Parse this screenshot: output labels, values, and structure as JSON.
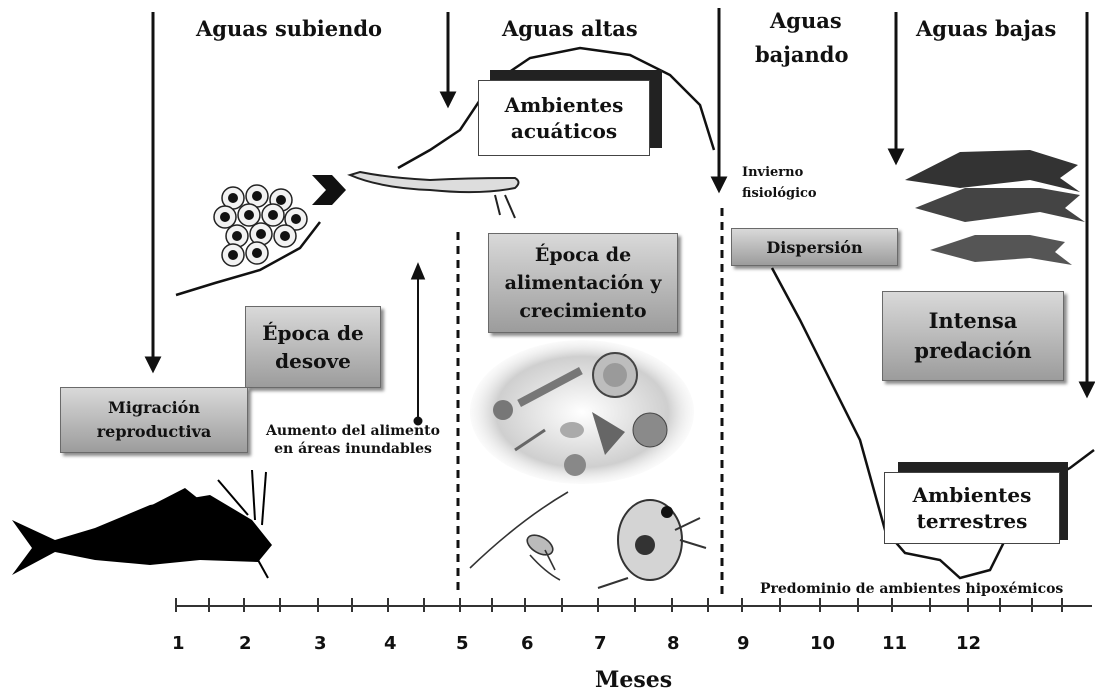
{
  "phases": {
    "rising": "Aguas subiendo",
    "high": "Aguas altas",
    "falling_line1": "Aguas",
    "falling_line2": "bajando",
    "low": "Aguas bajas"
  },
  "boxes": {
    "aquatic": "Ambientes acuáticos",
    "spawning": "Época de desove",
    "migration": "Migración reproductiva",
    "feeding": "Época de alimentación y crecimiento",
    "dispersion": "Dispersión",
    "predation": "Intensa predación",
    "terrestrial": "Ambientes terrestres"
  },
  "notes": {
    "winter_line1": "Invierno",
    "winter_line2": "fisiológico",
    "food_increase": "Aumento del alimento en áreas inundables",
    "hypoxemic": "Predominio de ambientes hipoxémicos"
  },
  "axis": {
    "label": "Meses",
    "ticks": [
      "1",
      "2",
      "3",
      "4",
      "5",
      "6",
      "7",
      "8",
      "9",
      "10",
      "11",
      "12"
    ]
  },
  "colors": {
    "box_gradient_top": "#d9d9d9",
    "box_gradient_bottom": "#9c9c9c",
    "line": "#111111"
  },
  "icons": [
    "catfish-silhouette-icon",
    "fish-eggs-icon",
    "larva-icon",
    "plankton-icon",
    "copepod-icon",
    "daphnia-icon",
    "catfish-group-icon"
  ]
}
